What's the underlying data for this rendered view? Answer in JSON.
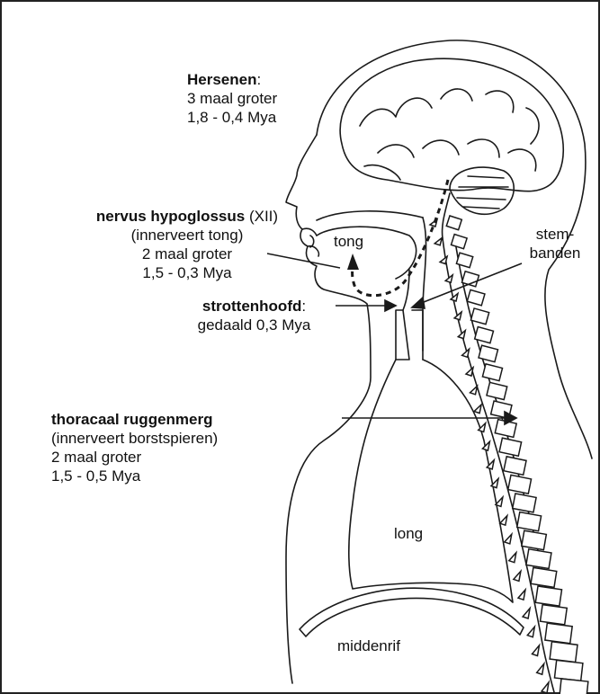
{
  "labels": {
    "brain": {
      "title": "Hersenen",
      "suffix": ":",
      "line1": "3 maal groter",
      "line2": "1,8 - 0,4 Mya"
    },
    "nerve": {
      "title": "nervus hypoglossus",
      "suffix": " (XII)",
      "line1": "(innerveert tong)",
      "line2": "2 maal groter",
      "line3": "1,5 - 0,3 Mya"
    },
    "tongue": "tong",
    "vocal": {
      "line1": "stem-",
      "line2": "banden"
    },
    "larynx": {
      "title": "strottenhoofd",
      "suffix": ":",
      "line1": "gedaald 0,3 Mya"
    },
    "spine": {
      "title": "thoracaal ruggenmerg",
      "line1": "(innerveert borstspieren)",
      "line2": "2 maal groter",
      "line3": "1,5 - 0,5 Mya"
    },
    "lung": "long",
    "diaphragm": "middenrif"
  },
  "colors": {
    "line": "#1a1a1a",
    "background": "#ffffff"
  }
}
